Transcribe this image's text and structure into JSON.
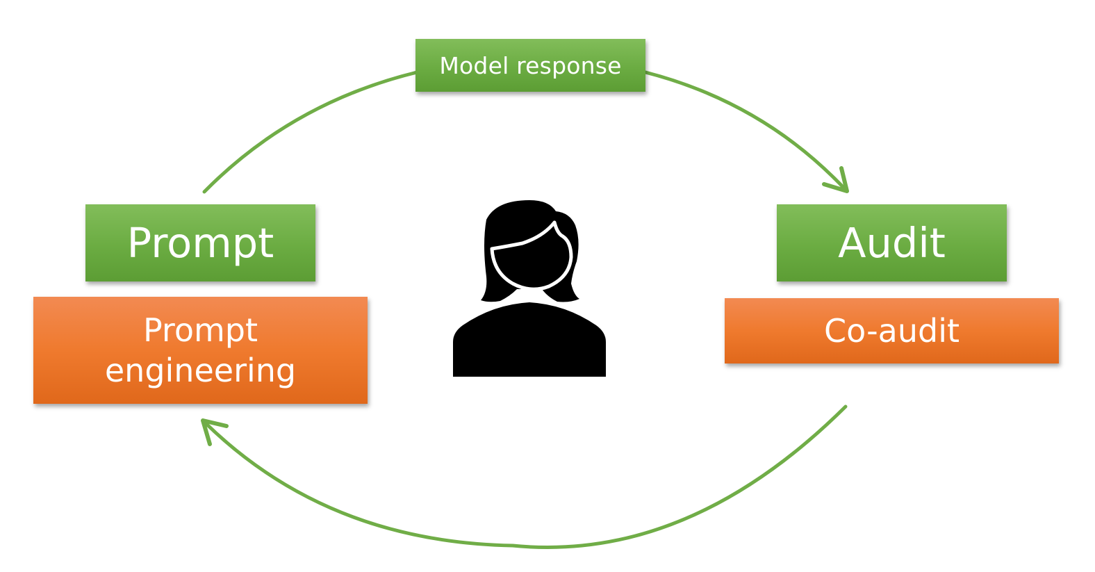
{
  "diagram": {
    "top_box": {
      "label": "Model response"
    },
    "left_box": {
      "label": "Prompt"
    },
    "left_sub_box": {
      "lines": [
        "Prompt",
        "engineering"
      ]
    },
    "right_box": {
      "label": "Audit"
    },
    "right_sub_box": {
      "label": "Co-audit"
    },
    "center_icon": "person-icon"
  },
  "colors": {
    "green_box": "#6bac42",
    "orange_box": "#ef7a2e",
    "arrow": "#70ad47",
    "text": "#ffffff",
    "icon": "#000000"
  }
}
